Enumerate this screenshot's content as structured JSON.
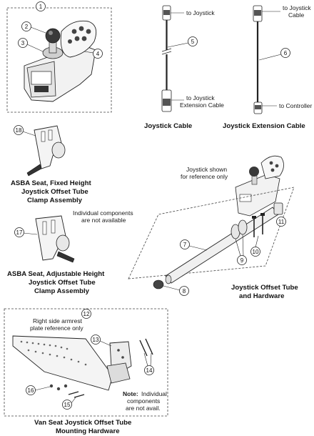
{
  "callouts": {
    "c1": "1",
    "c2": "2",
    "c3": "3",
    "c4": "4",
    "c5": "5",
    "c6": "6",
    "c7": "7",
    "c8": "8",
    "c9": "9",
    "c10": "10",
    "c11": "11",
    "c12": "12",
    "c13": "13",
    "c14": "14",
    "c15": "15",
    "c16": "16",
    "c17": "17",
    "c18": "18"
  },
  "joystick_cable": {
    "top_label": "to Joystick",
    "bottom_label_1": "to Joystick",
    "bottom_label_2": "Extension Cable",
    "caption": "Joystick Cable"
  },
  "extension_cable": {
    "top_label_1": "to Joystick",
    "top_label_2": "Cable",
    "bottom_label": "to Controller",
    "caption": "Joystick Extension Cable"
  },
  "asba_fixed": {
    "caption_1": "ASBA Seat, Fixed Height",
    "caption_2": "Joystick Offset Tube",
    "caption_3": "Clamp Assembly"
  },
  "asba_adjustable": {
    "note_1": "Individual components",
    "note_2": "are not available",
    "caption_1": "ASBA Seat, Adjustable Height",
    "caption_2": "Joystick Offset Tube",
    "caption_3": "Clamp Assembly"
  },
  "offset_tube": {
    "note_1": "Joystick shown",
    "note_2": "for reference only",
    "caption_1": "Joystick Offset Tube",
    "caption_2": "and Hardware"
  },
  "van_seat": {
    "note_1": "Right side armrest",
    "note_2": "plate reference only",
    "note_bold": "Note:",
    "note_rest_1": "Individual",
    "note_rest_2": "components",
    "note_rest_3": "are not avail.",
    "caption_1": "Van Seat Joystick Offset Tube",
    "caption_2": "Mounting Hardware"
  }
}
